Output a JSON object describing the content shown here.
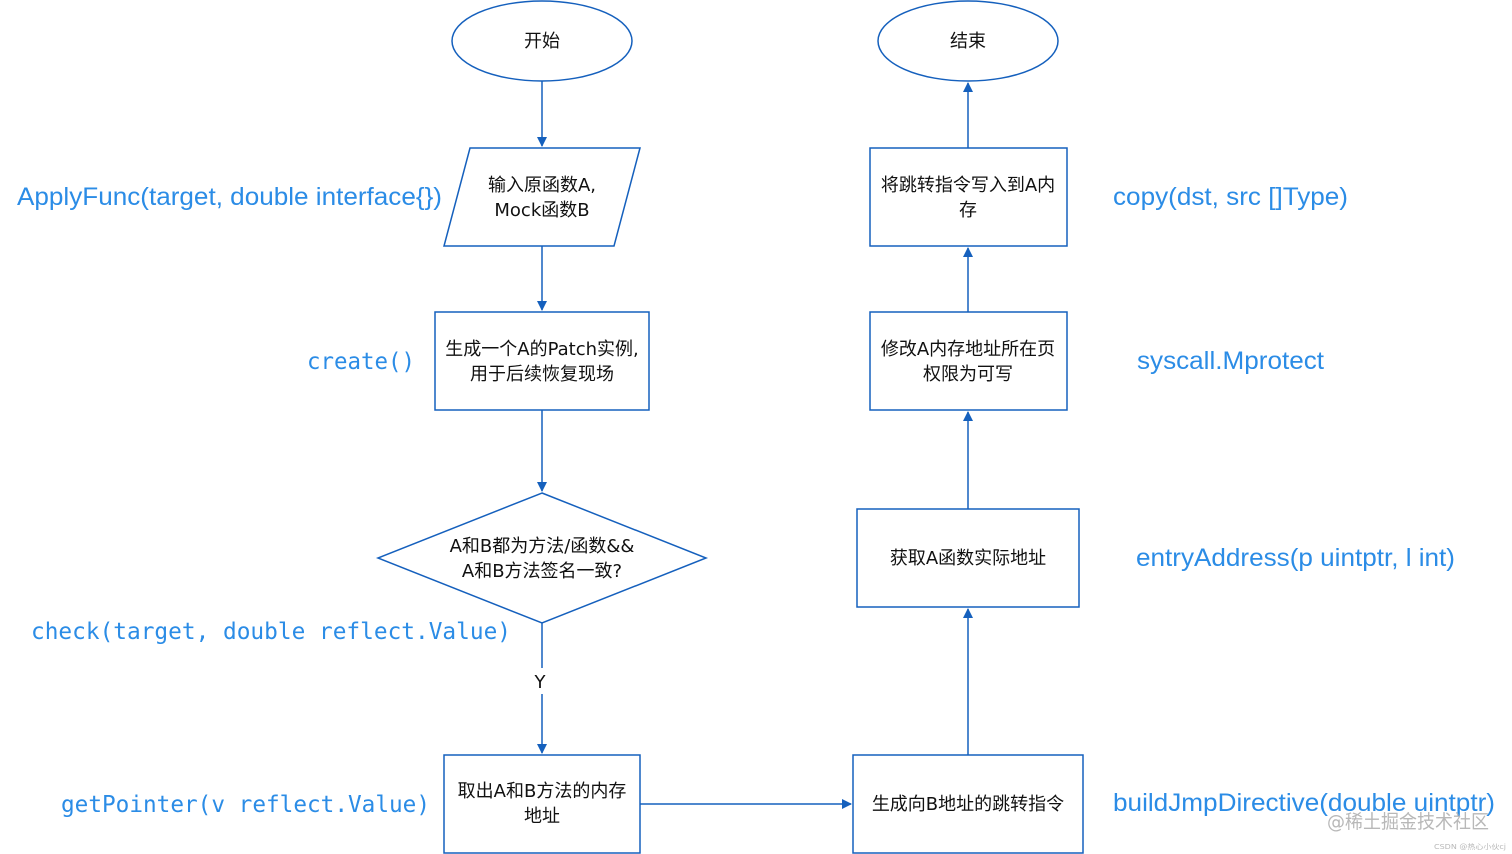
{
  "colors": {
    "stroke": "#1560bd",
    "annotation": "#2b8ce6",
    "watermark": "#b8b8b8"
  },
  "nodes": {
    "start": "开始",
    "end": "结束",
    "input": [
      "输入原函数A,",
      "Mock函数B"
    ],
    "create_patch": [
      "生成一个A的Patch实例,",
      "用于后续恢复现场"
    ],
    "check": [
      "A和B都为方法/函数&&",
      "A和B方法签名一致?"
    ],
    "get_pointers": [
      "取出A和B方法的内存",
      "地址"
    ],
    "build_jmp": "生成向B地址的跳转指令",
    "entry_addr": "获取A函数实际地址",
    "mprotect": [
      "修改A内存地址所在页",
      "权限为可写"
    ],
    "write_jmp": [
      "将跳转指令写入到A内",
      "存"
    ]
  },
  "edge_labels": {
    "yes": "Y"
  },
  "annotations": {
    "apply_func": "ApplyFunc(target, double interface{})",
    "create": "create()",
    "check": "check(target, double reflect.Value)",
    "get_pointer": "getPointer(v reflect.Value)",
    "copy": "copy(dst, src []Type)",
    "syscall": "syscall.Mprotect",
    "entry_address": "entryAddress(p uintptr, l int)",
    "build_jmp": "buildJmpDirective(double uintptr)"
  },
  "watermark": {
    "main": "@稀土掘金技术社区",
    "small": "CSDN @热心小伙cj"
  }
}
